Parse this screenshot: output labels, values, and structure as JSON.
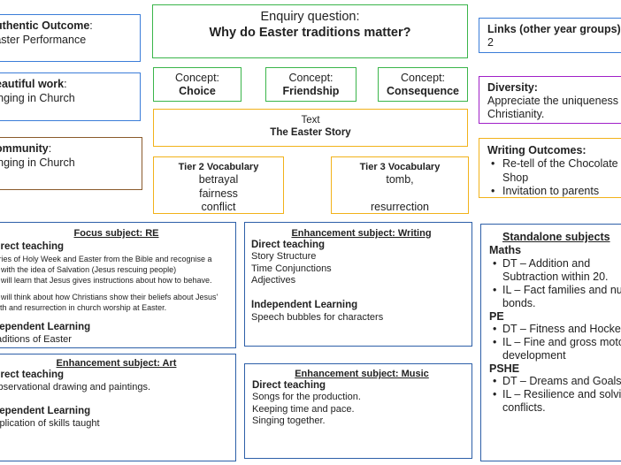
{
  "left": {
    "outcome": {
      "label": "Authentic Outcome",
      "colon": ":",
      "value": "Easter Performance"
    },
    "beautiful": {
      "label": "Beautiful work",
      "colon": ":",
      "value": "Singing in Church"
    },
    "community": {
      "label": "Community",
      "colon": ":",
      "value": "Singing in Church"
    }
  },
  "enquiry": {
    "label": "Enquiry question:",
    "question": "Why do Easter traditions matter?"
  },
  "concepts": [
    {
      "label": "Concept:",
      "value": "Choice"
    },
    {
      "label": "Concept:",
      "value": "Friendship"
    },
    {
      "label": "Concept:",
      "value": "Consequence"
    }
  ],
  "text_box": {
    "label": "Text",
    "value": "The Easter Story"
  },
  "tier2": {
    "heading": "Tier 2 Vocabulary",
    "words": [
      "betrayal",
      "fairness",
      "conflict"
    ]
  },
  "tier3": {
    "heading": "Tier 3 Vocabulary",
    "words": [
      "tomb,",
      "",
      "resurrection"
    ]
  },
  "right": {
    "links": {
      "heading": "Links (other year groups):",
      "value": "2"
    },
    "diversity": {
      "heading": "Diversity:",
      "lines": [
        "Appreciate the uniqueness of",
        "Christianity."
      ]
    },
    "writing_outcomes": {
      "heading": "Writing Outcomes:",
      "items": [
        [
          "Re-tell of the Chocolate",
          "Shop"
        ],
        [
          "Invitation to parents"
        ]
      ]
    }
  },
  "re": {
    "title": "Focus subject: RE",
    "direct_heading": "Direct teaching",
    "direct_lines": [
      "Stories of Holy Week and Easter from the Bible and recognise a",
      "link with the idea of Salvation (Jesus rescuing people)",
      "We will learn that Jesus gives instructions about how to behave.",
      "We will think about how Christians show their beliefs about Jesus'",
      "death and resurrection in church worship at Easter."
    ],
    "independent_heading": "Independent Learning",
    "independent_text": "Traditions of Easter"
  },
  "art": {
    "title": "Enhancement subject: Art",
    "direct_heading": "Direct teaching",
    "direct_text": "Observational drawing and paintings.",
    "independent_heading": "Independent Learning",
    "independent_text": "Application of skills taught"
  },
  "writing": {
    "title": "Enhancement subject: Writing",
    "direct_heading": "Direct teaching",
    "direct_lines": [
      "Story Structure",
      "Time Conjunctions",
      "Adjectives"
    ],
    "independent_heading": "Independent Learning",
    "independent_text": "Speech bubbles for characters"
  },
  "music": {
    "title": "Enhancement subject: Music",
    "direct_heading": "Direct teaching",
    "direct_lines": [
      "Songs for the production.",
      "Keeping time and pace.",
      "Singing together."
    ]
  },
  "standalone": {
    "title": "Standalone  subjects",
    "maths": {
      "heading": "Maths",
      "items": [
        [
          "DT – Addition and",
          "Subtraction within 20."
        ],
        [
          "IL – Fact families and number",
          "bonds."
        ]
      ]
    },
    "pe": {
      "heading": "PE",
      "items": [
        [
          "DT – Fitness and Hockey"
        ],
        [
          "IL – Fine and gross motor",
          "development"
        ]
      ]
    },
    "pshe": {
      "heading": "PSHE",
      "items": [
        [
          "DT – Dreams and Goals"
        ],
        [
          "IL – Resilience and solving",
          "conflicts."
        ]
      ]
    }
  }
}
